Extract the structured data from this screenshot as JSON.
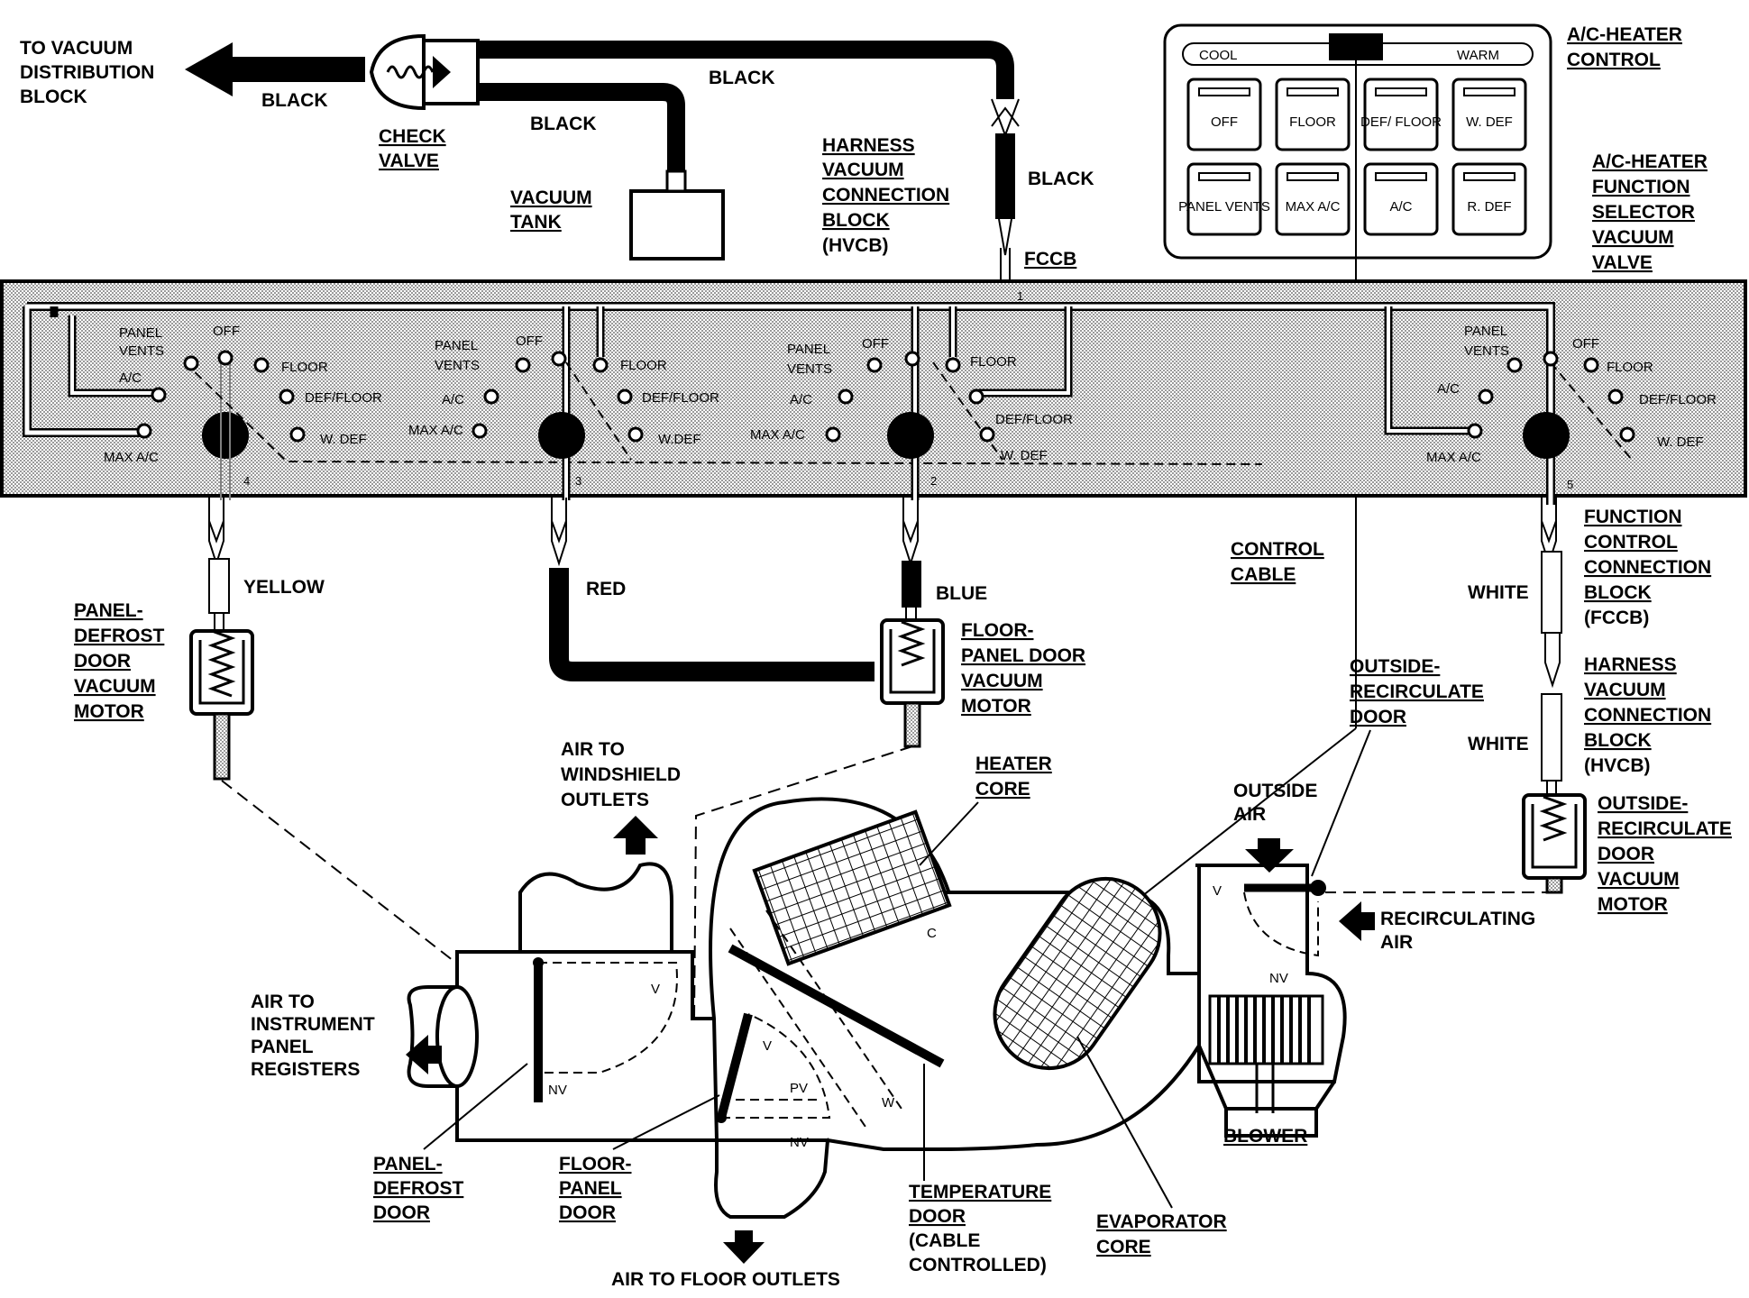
{
  "labels": {
    "to_vacuum_distribution_block": [
      "TO VACUUM",
      "DISTRIBUTION",
      "BLOCK"
    ],
    "black_left": "BLACK",
    "black_top": "BLACK",
    "black_tank": "BLACK",
    "black_right": "BLACK",
    "check_valve": [
      "CHECK",
      "VALVE"
    ],
    "vacuum_tank": [
      "VACUUM",
      "TANK"
    ],
    "hvcb_top": [
      "HARNESS",
      "VACUUM",
      "CONNECTION",
      "BLOCK",
      "(HVCB)"
    ],
    "fccb_top": "FCCB",
    "ac_heater_control": [
      "A/C-HEATER",
      "CONTROL"
    ],
    "ac_heater_selector": [
      "A/C-HEATER",
      "FUNCTION",
      "SELECTOR",
      "VACUUM",
      "VALVE"
    ],
    "yellow": "YELLOW",
    "red": "RED",
    "blue": "BLUE",
    "white_1": "WHITE",
    "white_2": "WHITE",
    "control_cable": [
      "CONTROL",
      "CABLE"
    ],
    "fccb_right": [
      "FUNCTION",
      "CONTROL",
      "CONNECTION",
      "BLOCK",
      "(FCCB)"
    ],
    "hvcb_right": [
      "HARNESS",
      "VACUUM",
      "CONNECTION",
      "BLOCK",
      "(HVCB)"
    ],
    "panel_defrost_motor": [
      "PANEL-",
      "DEFROST",
      "DOOR",
      "VACUUM",
      "MOTOR"
    ],
    "floor_panel_motor": [
      "FLOOR-",
      "PANEL DOOR",
      "VACUUM",
      "MOTOR"
    ],
    "outside_recirc_door": [
      "OUTSIDE-",
      "RECIRCULATE",
      "DOOR"
    ],
    "outside_recirc_motor": [
      "OUTSIDE-",
      "RECIRCULATE",
      "DOOR",
      "VACUUM",
      "MOTOR"
    ],
    "outside_air": [
      "OUTSIDE",
      "AIR"
    ],
    "recirculating_air": [
      "RECIRCULATING",
      "AIR"
    ],
    "air_to_windshield": [
      "AIR TO",
      "WINDSHIELD",
      "OUTLETS"
    ],
    "heater_core": [
      "HEATER",
      "CORE"
    ],
    "air_to_instrument": [
      "AIR TO",
      "INSTRUMENT",
      "PANEL",
      "REGISTERS"
    ],
    "panel_defrost_door": [
      "PANEL-",
      "DEFROST",
      "DOOR"
    ],
    "floor_panel_door": [
      "FLOOR-",
      "PANEL",
      "DOOR"
    ],
    "temperature_door": [
      "TEMPERATURE",
      "DOOR",
      "(CABLE",
      "CONTROLLED)"
    ],
    "evaporator_core": [
      "EVAPORATOR",
      "CORE"
    ],
    "blower": "BLOWER",
    "air_to_floor": "AIR TO FLOOR OUTLETS"
  },
  "control_panel": {
    "cool": "COOL",
    "warm": "WARM",
    "buttons_row1": [
      "OFF",
      "FLOOR",
      "DEF/ FLOOR",
      "W. DEF"
    ],
    "buttons_row2": [
      "PANEL VENTS",
      "MAX A/C",
      "A/C",
      "R. DEF"
    ]
  },
  "valves": [
    {
      "left": [
        "PANEL",
        "VENTS",
        "A/C",
        "MAX A/C"
      ],
      "right": [
        "OFF",
        "FLOOR",
        "DEF/FLOOR",
        "W. DEF"
      ],
      "port": "4"
    },
    {
      "left": [
        "PANEL",
        "VENTS",
        "A/C",
        "MAX A/C"
      ],
      "right": [
        "OFF",
        "FLOOR",
        "DEF/FLOOR",
        "W.DEF"
      ],
      "port": "3"
    },
    {
      "left": [
        "PANEL",
        "VENTS",
        "A/C",
        "MAX A/C"
      ],
      "right": [
        "OFF",
        "FLOOR",
        "DEF/FLOOR",
        "W. DEF"
      ],
      "port": "2"
    },
    {
      "left": [
        "PANEL",
        "VENTS",
        "A/C",
        "MAX A/C"
      ],
      "right": [
        "OFF",
        "FLOOR",
        "DEF/FLOOR",
        "W. DEF"
      ],
      "port": "5"
    }
  ],
  "port_top": "1",
  "door_marks": {
    "v": "V",
    "nv": "NV",
    "pv": "PV",
    "w": "W",
    "c": "C"
  }
}
